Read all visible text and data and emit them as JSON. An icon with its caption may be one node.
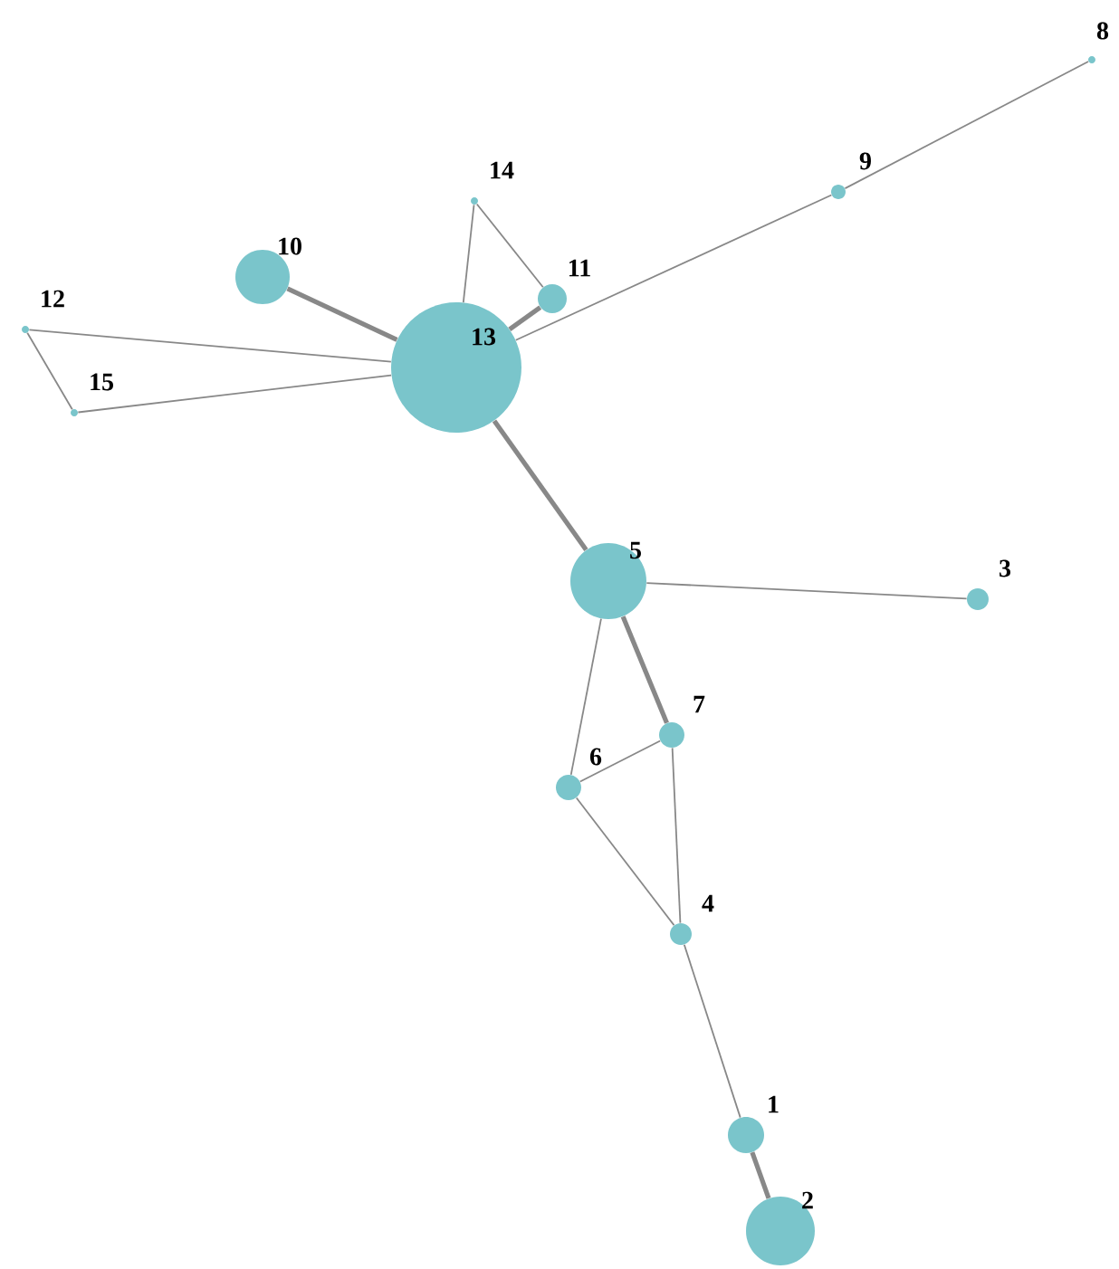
{
  "diagram": {
    "nodes": [
      {
        "text": [],
        "shape": "circle",
        "beside": [
          "1"
        ]
      },
      {
        "text": [],
        "shape": "circle",
        "beside": [
          "2"
        ]
      },
      {
        "text": [],
        "shape": "circle",
        "beside": [
          "3"
        ]
      },
      {
        "text": [],
        "shape": "circle",
        "beside": [
          "4"
        ]
      },
      {
        "text": [],
        "shape": "circle",
        "beside": [
          "5"
        ]
      },
      {
        "text": [],
        "shape": "circle",
        "beside": [
          "6"
        ]
      },
      {
        "text": [],
        "shape": "circle",
        "beside": [
          "7"
        ]
      },
      {
        "text": [],
        "shape": "circle",
        "beside": [
          "8"
        ]
      },
      {
        "text": [],
        "shape": "circle",
        "beside": [
          "9"
        ]
      },
      {
        "text": [],
        "shape": "circle",
        "beside": [
          "10"
        ]
      },
      {
        "text": [],
        "shape": "circle",
        "beside": [
          "11"
        ]
      },
      {
        "text": [],
        "shape": "circle",
        "beside": [
          "12"
        ]
      },
      {
        "text": [
          "13"
        ]
      },
      {
        "text": [],
        "shape": "circle",
        "beside": [
          "14"
        ]
      },
      {
        "text": [],
        "shape": "circle",
        "beside": [
          "15"
        ]
      }
    ],
    "edges": [
      {
        "from": 12,
        "to": 9,
        "arrow": "none",
        "style": "thick"
      },
      {
        "from": 12,
        "to": 10,
        "arrow": "none",
        "style": "thick"
      },
      {
        "from": 12,
        "to": 13,
        "arrow": "none"
      },
      {
        "from": 13,
        "to": 10,
        "arrow": "none"
      },
      {
        "from": 12,
        "to": 11,
        "arrow": "none"
      },
      {
        "from": 11,
        "to": 14,
        "arrow": "none"
      },
      {
        "from": 14,
        "to": 12,
        "arrow": "none"
      },
      {
        "from": 12,
        "to": 8,
        "arrow": "none"
      },
      {
        "from": 8,
        "to": 7,
        "arrow": "none"
      },
      {
        "from": 12,
        "to": 4,
        "arrow": "none",
        "style": "thick"
      },
      {
        "from": 4,
        "to": 2,
        "arrow": "none"
      },
      {
        "from": 4,
        "to": 6,
        "arrow": "none",
        "style": "thick"
      },
      {
        "from": 4,
        "to": 5,
        "arrow": "none"
      },
      {
        "from": 5,
        "to": 6,
        "arrow": "none"
      },
      {
        "from": 5,
        "to": 3,
        "arrow": "none"
      },
      {
        "from": 6,
        "to": 3,
        "arrow": "none"
      },
      {
        "from": 3,
        "to": 0,
        "arrow": "none"
      },
      {
        "from": 0,
        "to": 1,
        "arrow": "none",
        "style": "thick"
      }
    ]
  }
}
